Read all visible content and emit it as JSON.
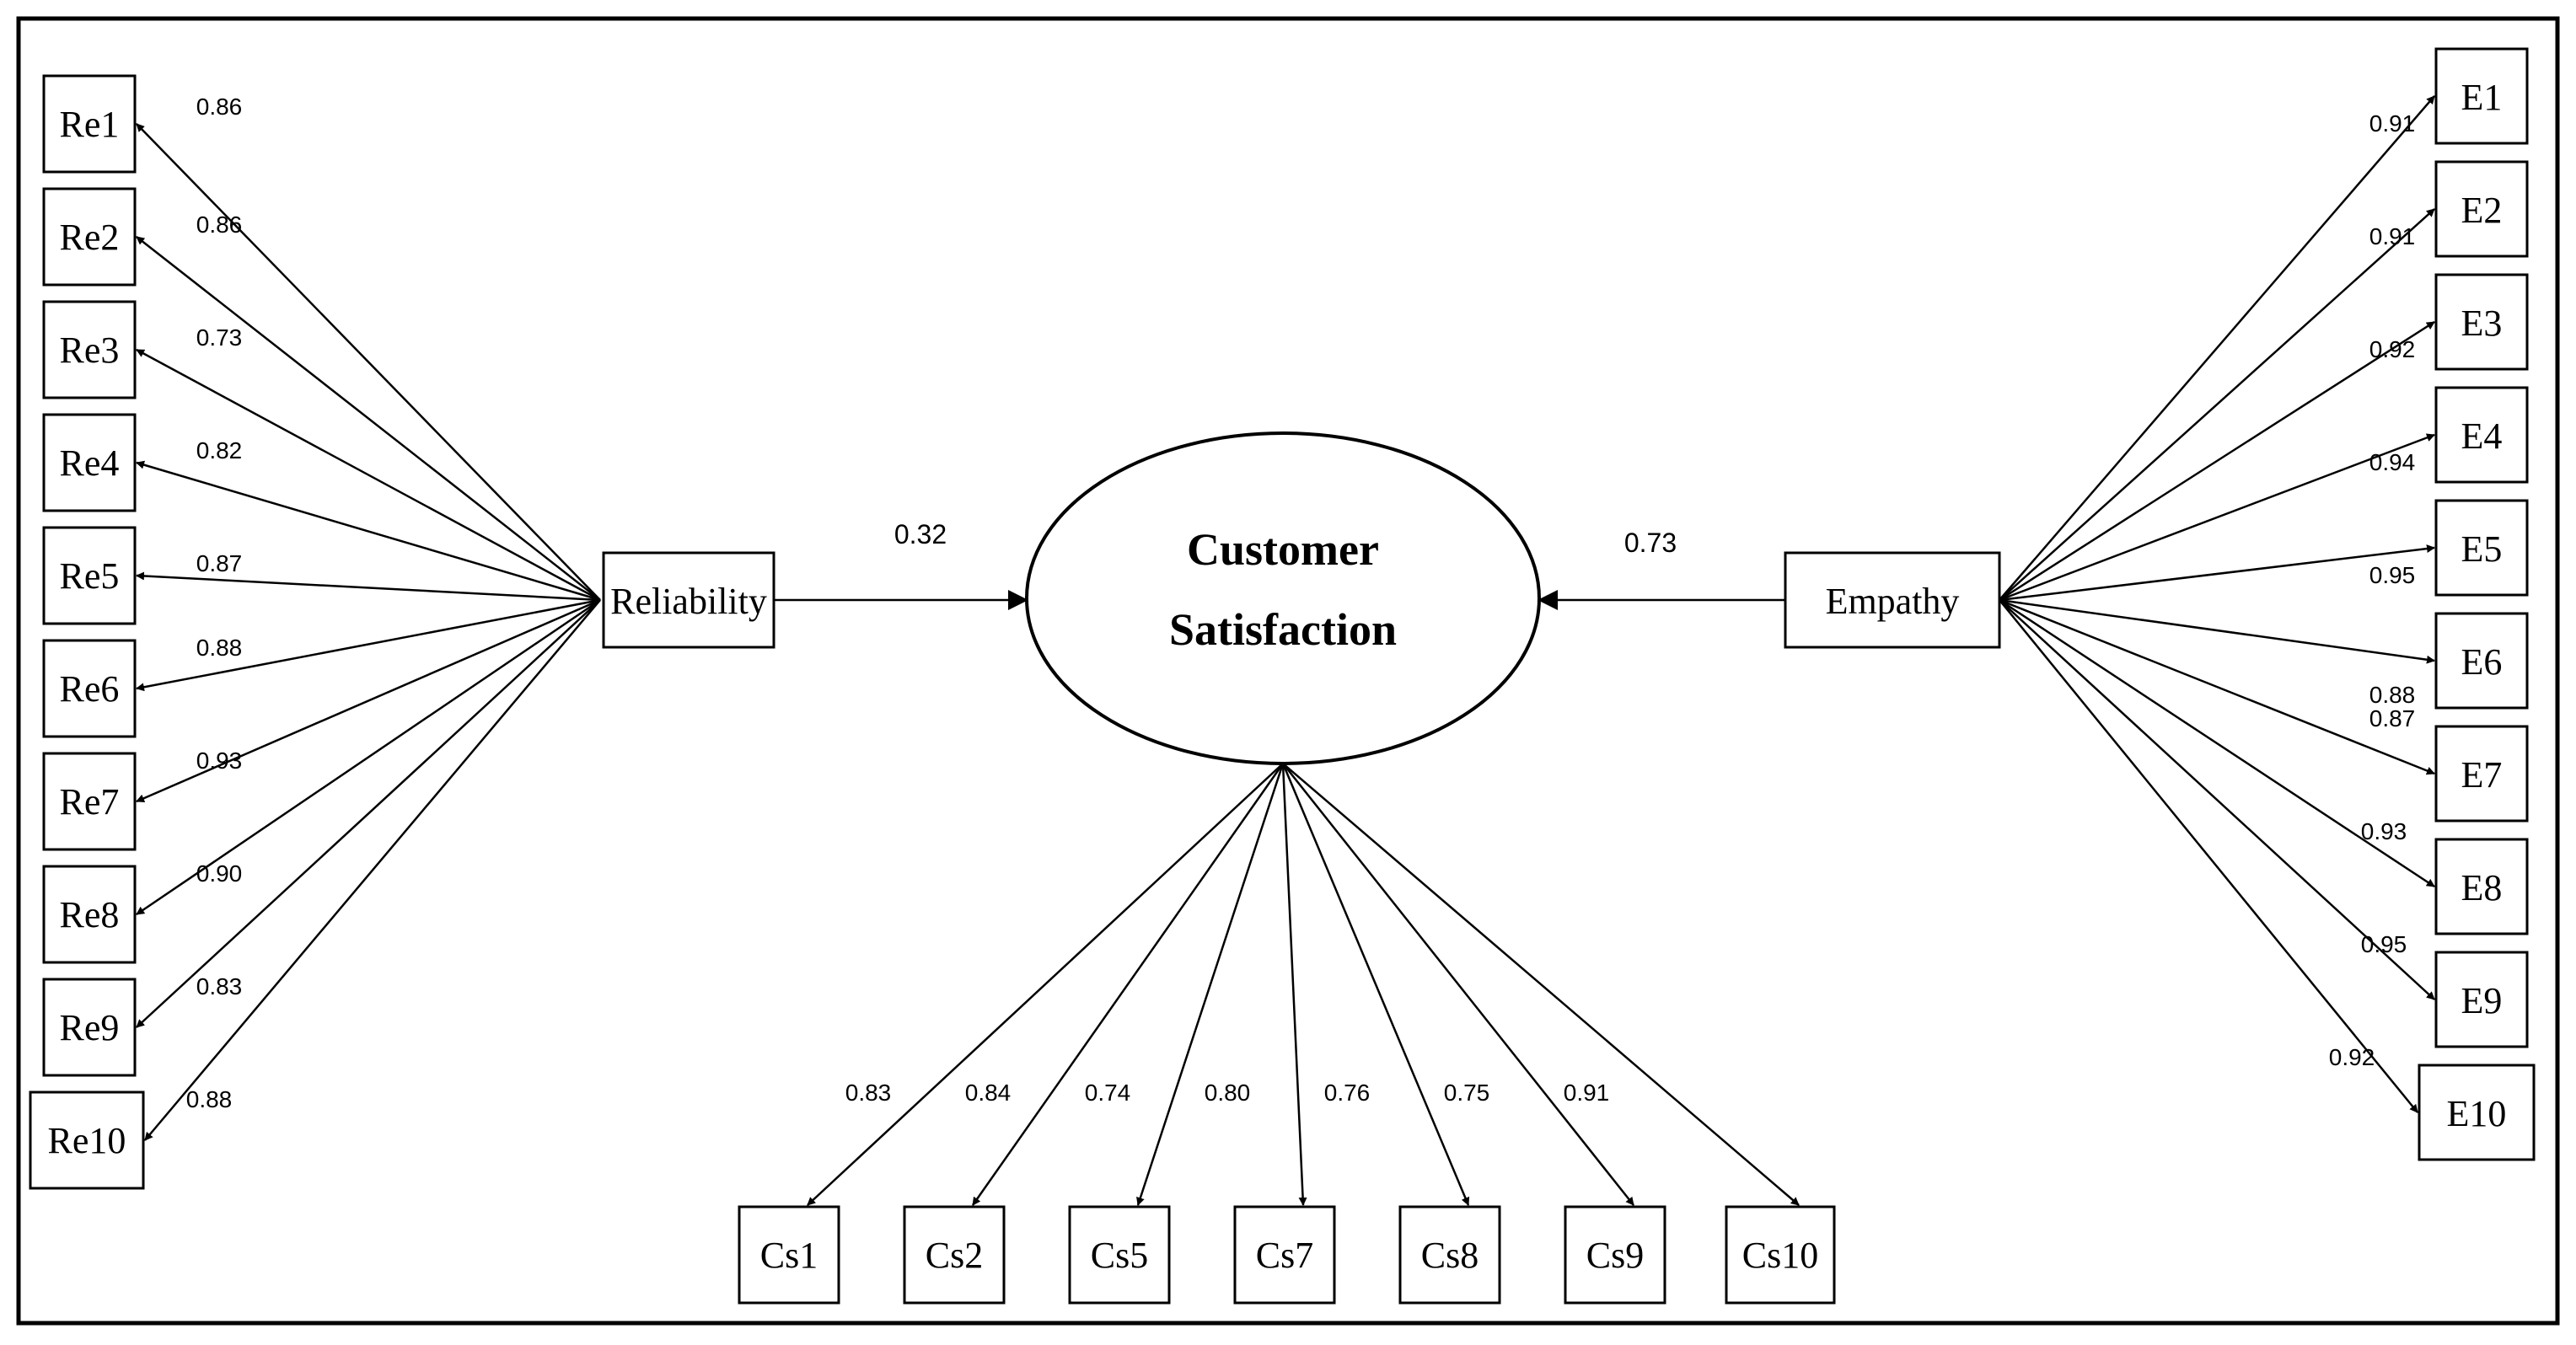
{
  "reliability": {
    "label": "Reliability",
    "indicators": [
      {
        "label": "Re1",
        "loading": "0.86"
      },
      {
        "label": "Re2",
        "loading": "0.86"
      },
      {
        "label": "Re3",
        "loading": "0.73"
      },
      {
        "label": "Re4",
        "loading": "0.82"
      },
      {
        "label": "Re5",
        "loading": "0.87"
      },
      {
        "label": "Re6",
        "loading": "0.88"
      },
      {
        "label": "Re7",
        "loading": "0.93"
      },
      {
        "label": "Re8",
        "loading": "0.90"
      },
      {
        "label": "Re9",
        "loading": "0.83"
      },
      {
        "label": "Re10",
        "loading": "0.88"
      }
    ],
    "path_coefficient": "0.32"
  },
  "empathy": {
    "label": "Empathy",
    "indicators": [
      {
        "label": "E1",
        "loading": "0.91"
      },
      {
        "label": "E2",
        "loading": "0.91"
      },
      {
        "label": "E3",
        "loading": "0.92"
      },
      {
        "label": "E4",
        "loading": "0.94"
      },
      {
        "label": "E5",
        "loading": "0.95"
      },
      {
        "label": "E6",
        "loading": "0.88"
      },
      {
        "label": "E7",
        "loading": "0.87"
      },
      {
        "label": "E8",
        "loading": "0.93"
      },
      {
        "label": "E9",
        "loading": "0.95"
      },
      {
        "label": "E10",
        "loading": "0.92"
      }
    ],
    "path_coefficient": "0.73"
  },
  "customer_satisfaction": {
    "label_line1": "Customer",
    "label_line2": "Satisfaction",
    "indicators": [
      {
        "label": "Cs1",
        "loading": "0.83"
      },
      {
        "label": "Cs2",
        "loading": "0.84"
      },
      {
        "label": "Cs5",
        "loading": "0.74"
      },
      {
        "label": "Cs7",
        "loading": "0.80"
      },
      {
        "label": "Cs8",
        "loading": "0.76"
      },
      {
        "label": "Cs9",
        "loading": "0.75"
      },
      {
        "label": "Cs10",
        "loading": "0.91"
      }
    ]
  }
}
